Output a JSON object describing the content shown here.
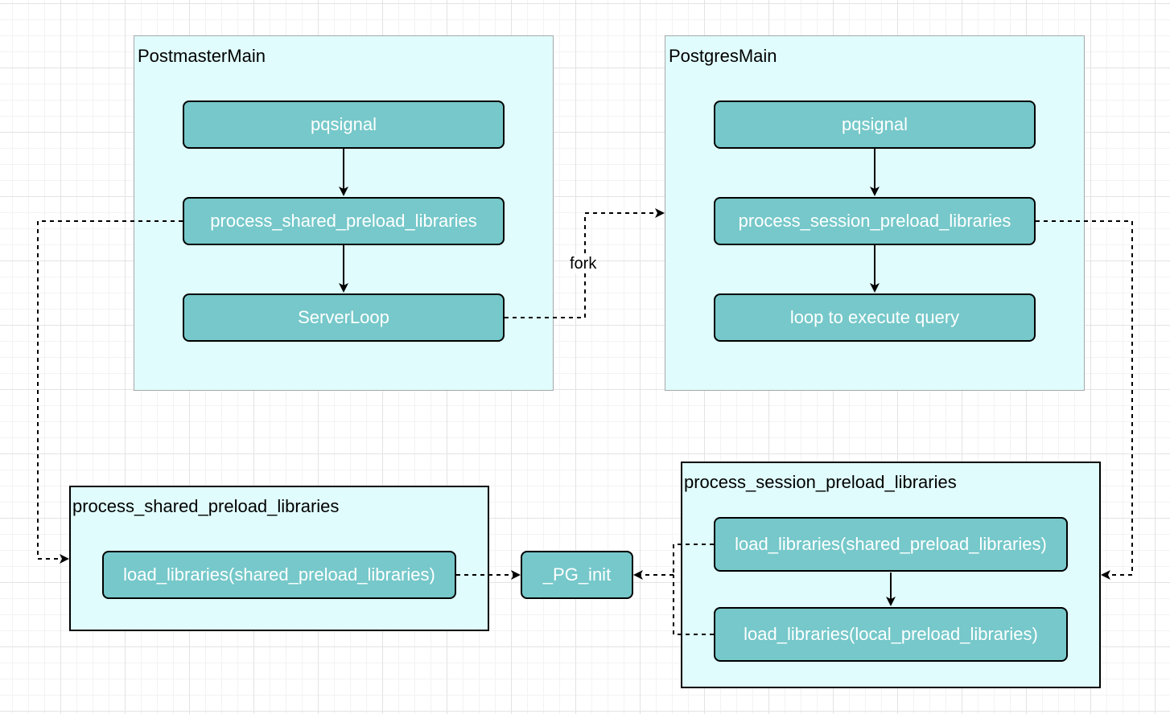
{
  "containers": {
    "postmaster": {
      "title": "PostmasterMain"
    },
    "postgres": {
      "title": "PostgresMain"
    },
    "shared_preload": {
      "title": "process_shared_preload_libraries"
    },
    "session_preload": {
      "title": "process_session_preload_libraries"
    }
  },
  "nodes": {
    "pm_pqsignal": "pqsignal",
    "pm_process_shared": "process_shared_preload_libraries",
    "pm_serverloop": "ServerLoop",
    "pg_pqsignal": "pqsignal",
    "pg_process_session": "process_session_preload_libraries",
    "pg_loop": "loop to execute query",
    "sp_load_shared": "load_libraries(shared_preload_libraries)",
    "pg_init": "_PG_init",
    "ss_load_shared": "load_libraries(shared_preload_libraries)",
    "ss_load_local": "load_libraries(local_preload_libraries)"
  },
  "edges": {
    "fork_label": "fork"
  },
  "colors": {
    "container_fill": "#e0fcfc",
    "node_fill": "#76c8ca",
    "node_text": "#ffffff",
    "line": "#000000"
  }
}
